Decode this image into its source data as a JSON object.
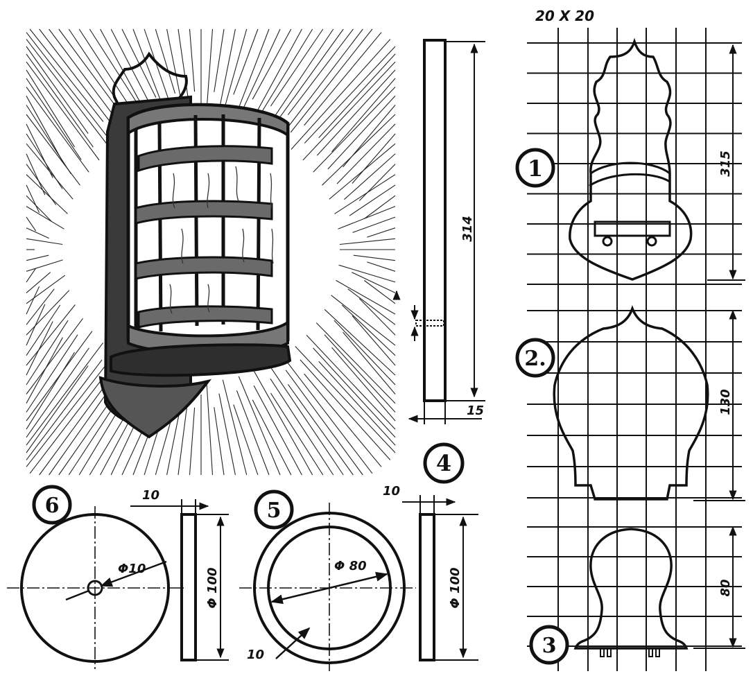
{
  "scale_label": "20 X 20",
  "parts": {
    "p1": {
      "badge": "1",
      "height": "315"
    },
    "p2": {
      "badge": "2.",
      "height": "130"
    },
    "p3": {
      "badge": "3",
      "height": "80"
    },
    "p4": {
      "badge": "4",
      "length": "314",
      "width": "15"
    },
    "p5": {
      "badge": "5",
      "inner_diameter": "Φ 80",
      "outer_diameter": "Φ 100",
      "ring_width": "10",
      "thickness": "10"
    },
    "p6": {
      "badge": "6",
      "hole_diameter": "Φ10",
      "diameter": "Φ 100",
      "thickness": "10"
    }
  },
  "colors": {
    "ink": "#111111",
    "paper": "#ffffff"
  }
}
